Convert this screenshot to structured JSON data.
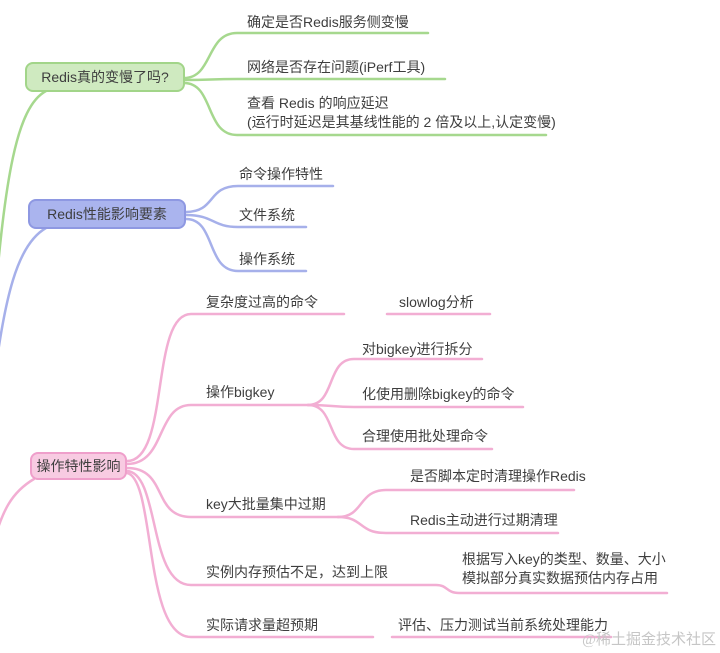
{
  "watermark": "@稀土掘金技术社区",
  "colors": {
    "green-line": "#a6d88e",
    "green-fill": "#cfeac0",
    "green-border": "#a2d589",
    "purple-line": "#a6b0ea",
    "purple-fill": "#aab4ee",
    "purple-border": "#8e98e2",
    "pink-line": "#f2aed3",
    "pink-fill": "#f8cbe2",
    "pink-border": "#ef9fcb",
    "text": "#3e3e3e",
    "watermark-color": "#c6c6c6"
  },
  "branches": [
    {
      "label": "Redis真的变慢了吗?",
      "children": [
        {
          "label": "确定是否Redis服务侧变慢"
        },
        {
          "label": "网络是否存在问题(iPerf工具)"
        },
        {
          "line1": "查看 Redis 的响应延迟",
          "line2": "(运行时延迟是其基线性能的 2 倍及以上,认定变慢)"
        }
      ]
    },
    {
      "label": "Redis性能影响要素",
      "children": [
        {
          "label": "命令操作特性"
        },
        {
          "label": "文件系统"
        },
        {
          "label": "操作系统"
        }
      ]
    },
    {
      "label": "操作特性影响",
      "children": [
        {
          "label": "复杂度过高的命令",
          "children": [
            {
              "label": "slowlog分析"
            }
          ]
        },
        {
          "label": "操作bigkey",
          "children": [
            {
              "label": "对bigkey进行拆分"
            },
            {
              "label": "化使用删除bigkey的命令"
            },
            {
              "label": "合理使用批处理命令"
            }
          ]
        },
        {
          "label": "key大批量集中过期",
          "children": [
            {
              "label": "是否脚本定时清理操作Redis"
            },
            {
              "label": "Redis主动进行过期清理"
            }
          ]
        },
        {
          "label": "实例内存预估不足，达到上限",
          "children": [
            {
              "line1": "根据写入key的类型、数量、大小",
              "line2": "模拟部分真实数据预估内存占用"
            }
          ]
        },
        {
          "label": "实际请求量超预期",
          "children": [
            {
              "label": "评估、压力测试当前系统处理能力"
            }
          ]
        }
      ]
    }
  ]
}
